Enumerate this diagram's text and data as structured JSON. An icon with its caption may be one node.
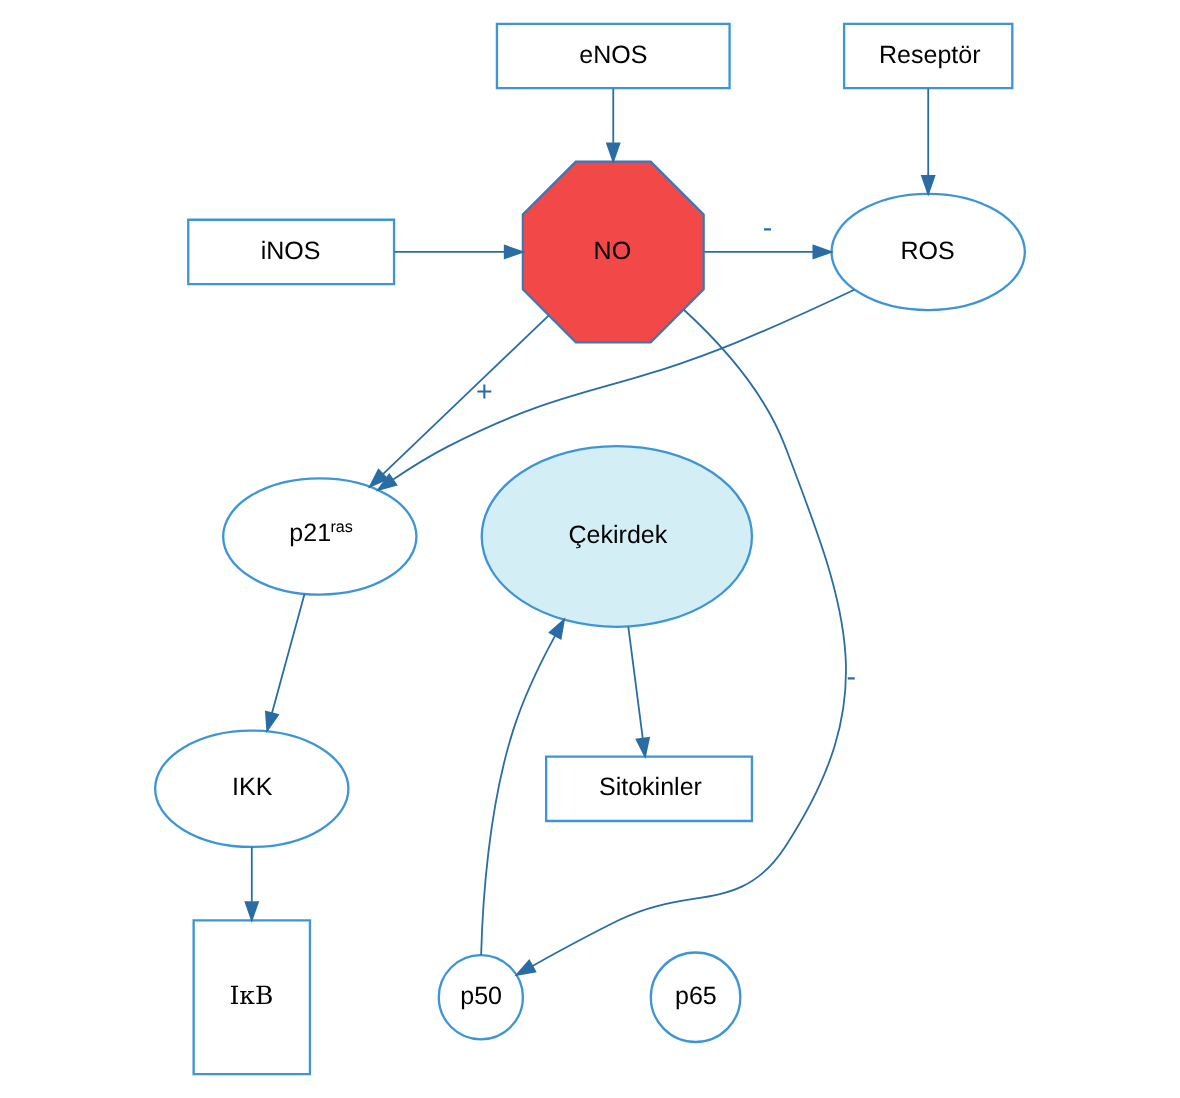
{
  "diagram": {
    "nodes": [
      {
        "text": [
          "Reseptör"
        ]
      },
      {
        "text": [
          "eNOS"
        ]
      },
      {
        "text": [
          "ROS"
        ]
      },
      {
        "text": [
          "NO"
        ]
      },
      {
        "text": [
          "iNOS"
        ]
      },
      {
        "text": [
          "p21$^{ras}$"
        ]
      },
      {
        "text": [
          "IKK"
        ]
      },
      {
        "text": [
          "IκB"
        ]
      },
      {
        "text": [
          "p50"
        ]
      },
      {
        "text": [
          "p65"
        ]
      },
      {
        "text": [
          "Çekirdek"
        ]
      },
      {
        "text": [
          "Sitokinler"
        ]
      }
    ],
    "edges": [
      {
        "from": 0,
        "to": 2,
        "arrow": "to"
      },
      {
        "from": 1,
        "to": 3,
        "arrow": "to"
      },
      {
        "from": 3,
        "to": 2,
        "arrow": "to",
        "label": "-"
      },
      {
        "from": 4,
        "to": 3,
        "arrow": "to"
      },
      {
        "from": 3,
        "to": 5,
        "arrow": "to",
        "label": "+"
      },
      {
        "from": 2,
        "to": 5,
        "arrow": "to"
      },
      {
        "from": 5,
        "to": 6,
        "arrow": "to"
      },
      {
        "from": 6,
        "to": 7,
        "arrow": "to"
      },
      {
        "from": 3,
        "to": 8,
        "arrow": "to",
        "label": "-"
      },
      {
        "from": 8,
        "to": 10,
        "arrow": "to"
      },
      {
        "from": 10,
        "to": 11,
        "arrow": "to"
      }
    ]
  }
}
